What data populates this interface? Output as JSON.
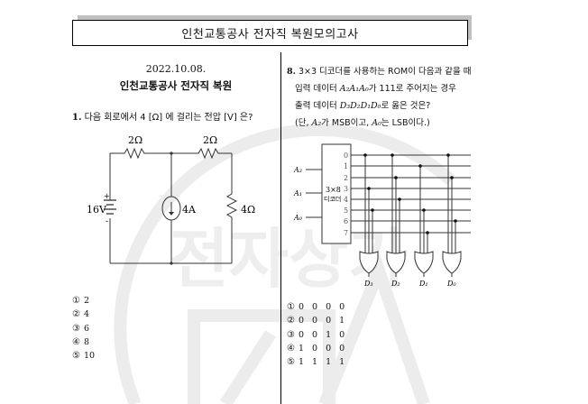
{
  "header": {
    "title": "인천교통공사 전자직 복원모의고사"
  },
  "left_column": {
    "date": "2022.10.08.",
    "subtitle": "인천교통공사 전자직 복원",
    "question1": {
      "number": "1.",
      "text": "다음 회로에서 4 [Ω] 에 걸리는 전압 [V] 은?",
      "circuit": {
        "r1_label": "2Ω",
        "r2_label": "2Ω",
        "r3_label": "4Ω",
        "source_label": "16V",
        "source_plus": "+",
        "source_minus": "-",
        "current_source_label": "4A"
      },
      "choices": [
        {
          "marker": "①",
          "value": "2"
        },
        {
          "marker": "②",
          "value": "4"
        },
        {
          "marker": "③",
          "value": "6"
        },
        {
          "marker": "④",
          "value": "8"
        },
        {
          "marker": "⑤",
          "value": "10"
        }
      ]
    }
  },
  "right_column": {
    "question8": {
      "number": "8.",
      "line1": "3×3 디코더를 사용하는 ROM이 다음과 같을 때",
      "line2_pre": "입력 데이터 ",
      "line2_var": "A₂A₁A₀",
      "line2_post": "가 111로 주어지는 경우",
      "line3_pre": "출력 데이터 ",
      "line3_var": "D₃D₂D₁D₀",
      "line3_post": "로 옳은 것은?",
      "line4_pre": "(단, ",
      "line4_var1": "A₂",
      "line4_mid": "가 MSB이고, ",
      "line4_var2": "A₀",
      "line4_post": "는 LSB이다.)",
      "diagram": {
        "decoder_label_1": "3×8",
        "decoder_label_2": "디코더",
        "inputs": [
          "A₂",
          "A₁",
          "A₀"
        ],
        "outputs": [
          "0",
          "1",
          "2",
          "3",
          "4",
          "5",
          "6",
          "7"
        ],
        "gate_labels": [
          "D₃",
          "D₂",
          "D₁",
          "D₀"
        ],
        "connections": {
          "D3": [
            0,
            3,
            5
          ],
          "D2": [
            0,
            2,
            4
          ],
          "D1": [
            1,
            5,
            7
          ],
          "D0": [
            0,
            2,
            6
          ]
        }
      },
      "choices": [
        {
          "marker": "①",
          "value": "0 0 0 0"
        },
        {
          "marker": "②",
          "value": "0 0 0 1"
        },
        {
          "marker": "③",
          "value": "0 0 1 0"
        },
        {
          "marker": "④",
          "value": "1 0 0 0"
        },
        {
          "marker": "⑤",
          "value": "1 1 1 1"
        }
      ]
    }
  },
  "watermark": {
    "text": "전자상가"
  }
}
